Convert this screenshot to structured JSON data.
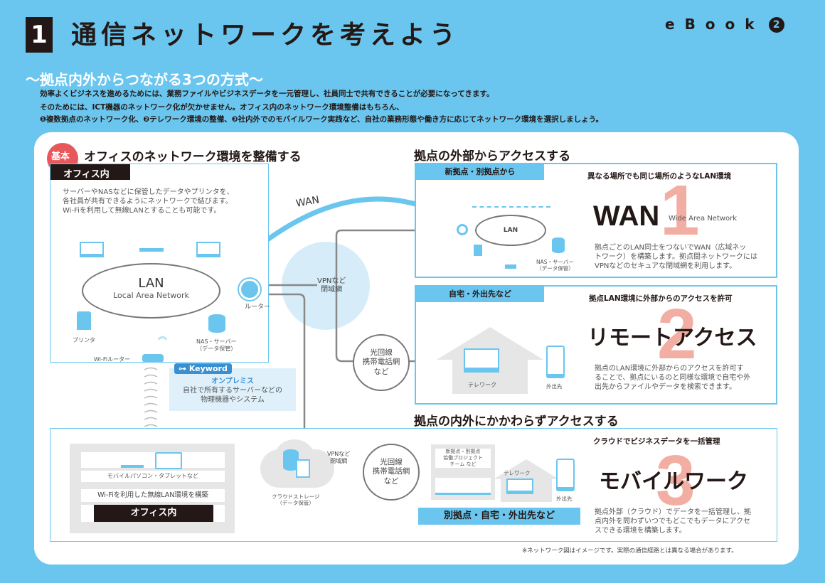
{
  "header": {
    "number": "1",
    "title": "通信ネットワークを考えよう",
    "ebook_label": "eBook",
    "ebook_number": "2",
    "subtitle": "～拠点内外からつながる3つの方式～",
    "intro": [
      "効率よくビジネスを進めるためには、業務ファイルやビジネスデータを一元管理し、社員同士で共有できることが必要になってきます。",
      "そのためには、ICT機器のネットワーク化が欠かせません。オフィス内のネットワーク環境整備はもちろん、",
      "❶複数拠点のネットワーク化、❷テレワーク環境の整備、❸社内外でのモバイルワーク実践など、自社の業務形態や働き方に応じてネットワーク環境を選択しましょう。"
    ]
  },
  "basic": {
    "badge": "基本",
    "title": "オフィスのネットワーク環境を整備する",
    "office_tag": "オフィス内",
    "description": [
      "サーバーやNASなどに保管したデータやプリンタを、",
      "各社員が共有できるようにネットワークで結びます。",
      "Wi-Fiを利用して無線LANとすることも可能です。"
    ],
    "lan_label": "LAN",
    "lan_sub": "Local Area Network",
    "router_label": "ルーター",
    "printer_label": "プリンタ",
    "nas_label": [
      "NAS・サーバー",
      "（データ保管）"
    ],
    "wifi_router_label": "Wi-Fiルーター",
    "keyword": {
      "badge": "Keyword",
      "term": "オンプレミス",
      "definition": [
        "自社で所有するサーバーなどの",
        "物理機器やシステム"
      ]
    }
  },
  "network": {
    "wan_arc_label": "WAN",
    "vpn_label": [
      "VPNなど",
      "閉域網"
    ],
    "line_circle": [
      "光回線",
      "携帯電話網",
      "など"
    ]
  },
  "outside": {
    "title": "拠点の外部からアクセスする",
    "cards": [
      {
        "tag": "新拠点・別拠点から",
        "headline": "異なる場所でも同じ場所のようなLAN環境",
        "number": "1",
        "name": "WAN",
        "name_sub": "Wide Area Network",
        "description": [
          "拠点ごとのLAN同士をつないでWAN（広域ネッ",
          "トワーク）を構築します。拠点間ネットワークには",
          "VPNなどのセキュアな閉域網を利用します。"
        ],
        "lan_label": "LAN",
        "nas_label": [
          "NAS・サーバー",
          "（データ保管）"
        ]
      },
      {
        "tag": "自宅・外出先など",
        "headline": "拠点LAN環境に外部からのアクセスを許可",
        "number": "2",
        "name": "リモートアクセス",
        "description": [
          "拠点のLAN環境に外部からのアクセスを許可す",
          "ることで、拠点にいるのと同様な環境で自宅や外",
          "出先からファイルやデータを検索できます。"
        ],
        "telework_label": "テレワーク",
        "outside_label": "外出先"
      }
    ]
  },
  "anywhere": {
    "title": "拠点の内外にかかわらずアクセスする",
    "card": {
      "headline": "クラウドでビジネスデータを一括管理",
      "number": "3",
      "name": "モバイルワーク",
      "description": [
        "拠点外部（クラウド）でデータを一括管理し、拠",
        "点内外を問わずいつでもどこでもデータにアクセ",
        "スできる環境を構築します。"
      ],
      "site_label": [
        "新拠点・別拠点",
        "協働プロジェクト",
        "チーム など"
      ],
      "telework_label": "テレワーク",
      "outside_label": "外出先",
      "bottom_tag": "別拠点・自宅・外出先など"
    },
    "office": {
      "devices_label": "モバイルパソコン・タブレットなど",
      "wifi_label": "Wi-Fiを利用した無線LAN環境を構築",
      "office_tag": "オフィス内"
    },
    "cloud_label": [
      "クラウドストレージ",
      "（データ保管）"
    ],
    "vpn_label": [
      "VPNなど",
      "閉域網"
    ],
    "line_circle": [
      "光回線",
      "携帯電話網",
      "など"
    ]
  },
  "footnote": "※ネットワーク図はイメージです。実際の通信経路とは異なる場合があります。",
  "colors": {
    "background": "#6ac6ef",
    "accent_blue": "#6ac6ef",
    "dark": "#231815",
    "number_pink": "#f2aea3",
    "badge_red": "#e8585b"
  }
}
